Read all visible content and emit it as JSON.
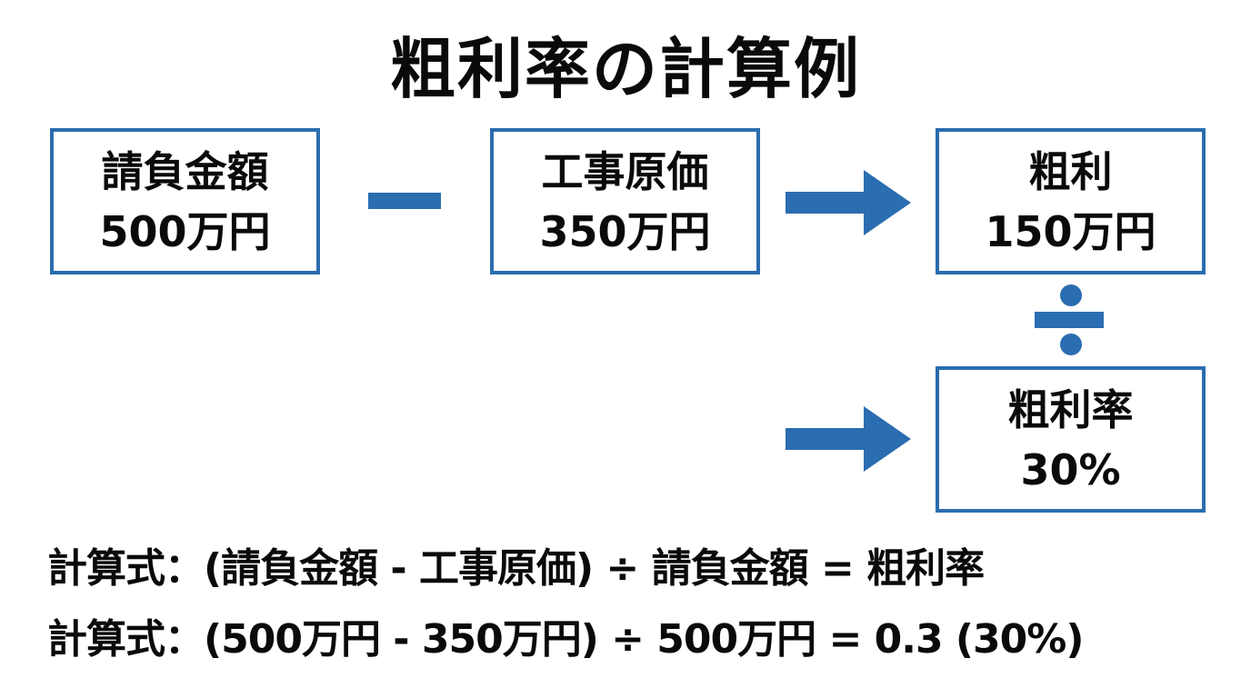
{
  "title": "粗利率の計算例",
  "boxes": {
    "contract": {
      "label": "請負金額",
      "value": "500万円"
    },
    "cost": {
      "label": "工事原価",
      "value": "350万円"
    },
    "gross_profit": {
      "label": "粗利",
      "value": "150万円"
    },
    "gross_margin": {
      "label": "粗利率",
      "value": "30%"
    }
  },
  "operators": {
    "minus": "minus",
    "divide": "divide",
    "arrow1": "arrow-right",
    "arrow2": "arrow-right"
  },
  "formulas": [
    "計算式：(請負金額 - 工事原価) ÷ 請負金額 = 粗利率",
    "計算式：(500万円 - 350万円) ÷ 500万円 = 0.3 (30%)"
  ],
  "colors": {
    "accent": "#2a6db0",
    "text": "#0a0a0a",
    "background": "#ffffff"
  }
}
